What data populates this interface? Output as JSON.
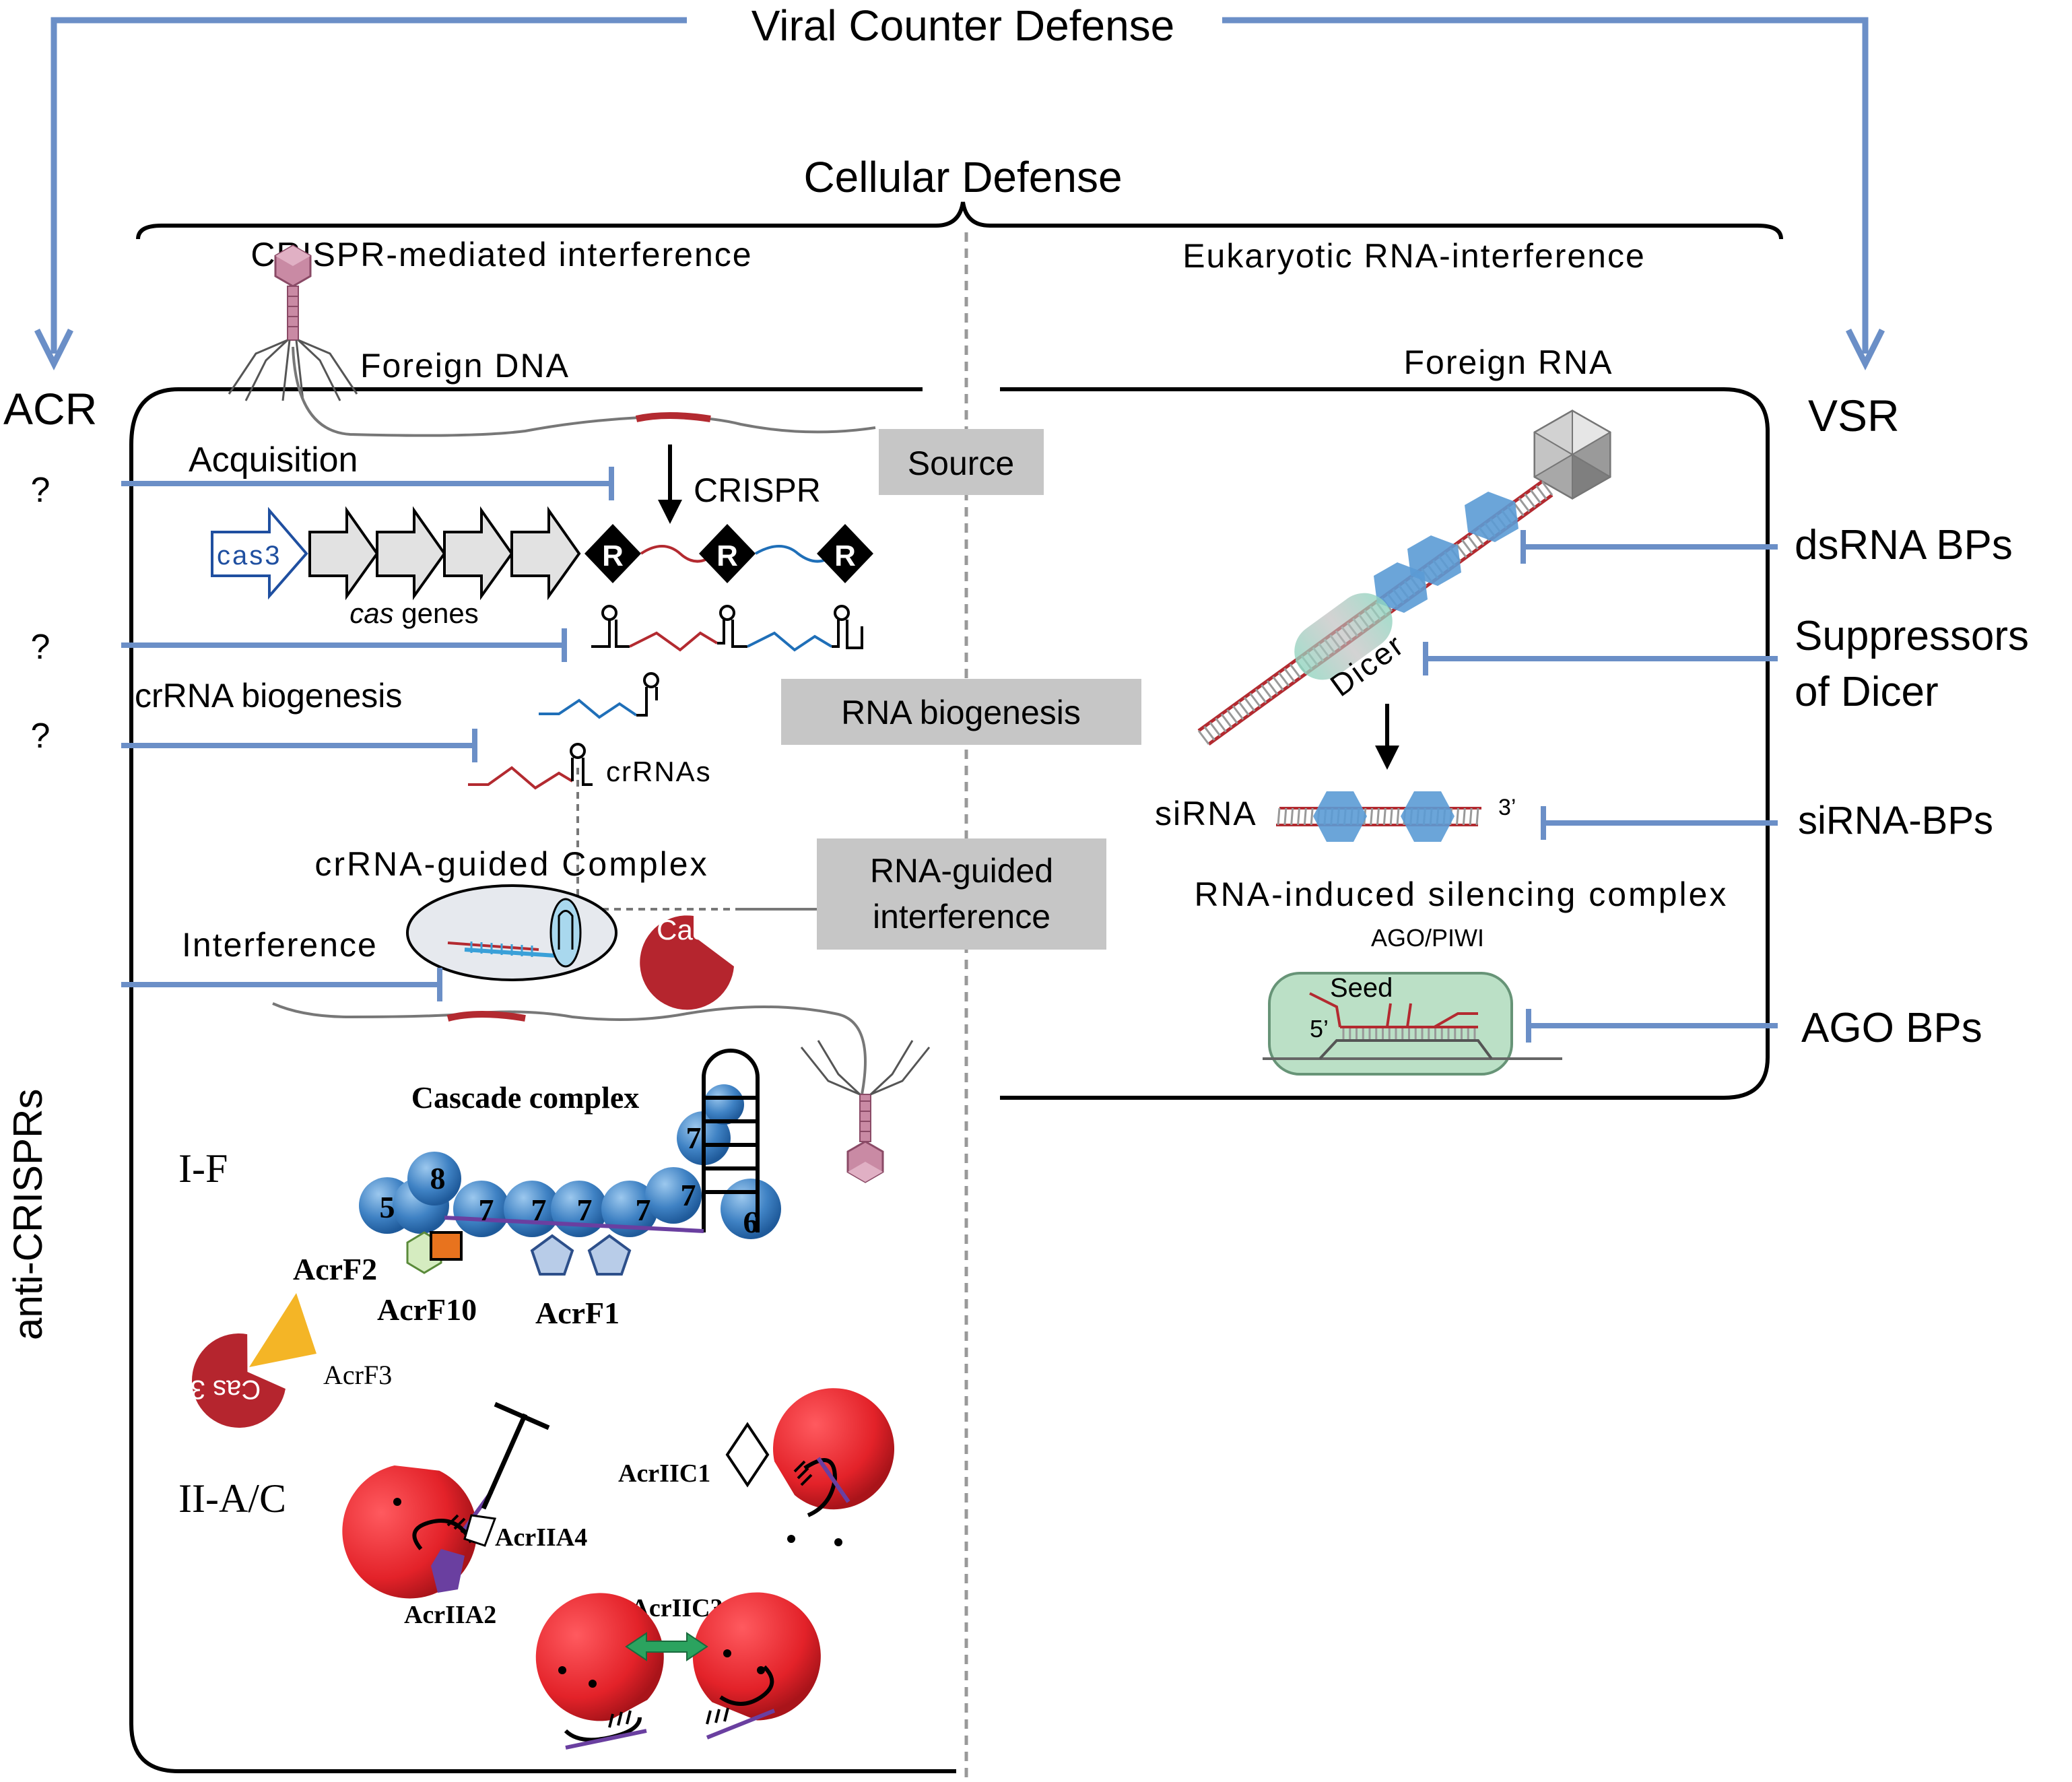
{
  "title_top": "Viral Counter Defense",
  "title_mid": "Cellular Defense",
  "left_heading": "CRISPR-mediated interference",
  "right_heading": "Eukaryotic RNA-interference",
  "acr_label": "ACR",
  "vsr_label": "VSR",
  "anti_crisprs_label": "anti-CRISPRs",
  "foreign_dna": "Foreign DNA",
  "foreign_rna": "Foreign RNA",
  "question_mark": "?",
  "acquisition": "Acquisition",
  "crispr_label": "CRISPR",
  "cas3_gene": "cas3",
  "cas_genes_italic": "cas",
  "cas_genes_rest": " genes",
  "repeat_letter": "R",
  "crrna_biogenesis": "crRNA biogenesis",
  "crrnas": "crRNAs",
  "crrna_guided_complex": "crRNA-guided Complex",
  "interference": "Interference",
  "cas3_protein": "Cas 3",
  "stage_boxes": {
    "source": "Source",
    "rna_biogenesis": "RNA biogenesis",
    "rna_guided_line1": "RNA-guided",
    "rna_guided_line2": "interference"
  },
  "cascade": {
    "title": "Cascade complex",
    "type_if": "I-F",
    "subunits": [
      "5",
      "8",
      "7",
      "7",
      "7",
      "7",
      "7",
      "7",
      "6"
    ],
    "acrf2": "AcrF2",
    "acrf10": "AcrF10",
    "acrf1": "AcrF1",
    "acrf3": "AcrF3"
  },
  "type_iiac": "II-A/C",
  "acriia4": "AcrIIA4",
  "acriia2": "AcrIIA2",
  "acriic1": "AcrIIC1",
  "acriic3": "AcrIIC3",
  "dicer": "Dicer",
  "sirna": "siRNA",
  "three_prime": "3’",
  "five_prime": "5’",
  "risc": "RNA-induced silencing complex",
  "ago_piwi": "AGO/PIWI",
  "seed": "Seed",
  "vsr_items": {
    "dsrna_bps": "dsRNA BPs",
    "suppressors_line1": "Suppressors",
    "suppressors_line2": "of Dicer",
    "sirna_bps": "siRNA-BPs",
    "ago_bps": "AGO BPs"
  },
  "colors": {
    "inhibitor_blue": "#6b8fc7",
    "red_protein": "#e32229",
    "dark_red_cas3": "#b5252e",
    "cascade_blue": "#3f82c4",
    "gray_box": "#c6c6c6",
    "ago_green": "#b8dfc4",
    "dicer_teal": "#9fd9c8",
    "orange_acrf10": "#e8731e",
    "yellow_acrf3": "#f4b526",
    "purple_acriia2": "#6a3fa0",
    "green_arrow": "#2ba35f",
    "crrna_red": "#b32a30",
    "crrna_blue": "#1f6fb8",
    "virus_pink": "#c98aa4"
  }
}
